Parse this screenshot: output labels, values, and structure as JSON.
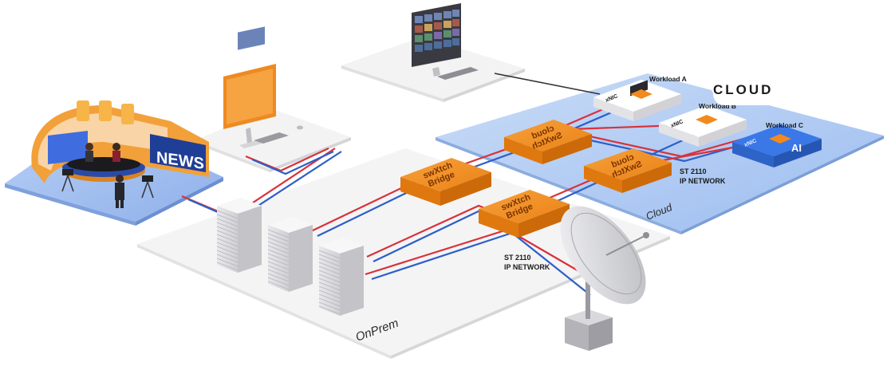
{
  "zones": {
    "onprem": "OnPrem",
    "cloud": "Cloud",
    "cloud_badge": "CLOUD"
  },
  "studio": {
    "sign": "NEWS"
  },
  "networks": {
    "onprem_line1": "ST 2110",
    "onprem_line2": "IP NETWORK",
    "cloud_line1": "ST 2110",
    "cloud_line2": "IP NETWORK"
  },
  "bridges": [
    {
      "line1": "swXtch",
      "line2": "Bridge"
    },
    {
      "line1": "swXtch",
      "line2": "Bridge"
    }
  ],
  "cloud_switches": [
    {
      "line1": "cloud",
      "line2": "SwXtch"
    },
    {
      "line1": "cloud",
      "line2": "SwXtch"
    }
  ],
  "workloads": [
    {
      "title": "Workload A",
      "nic": "xNIC"
    },
    {
      "title": "Workload B",
      "nic": "xNIC"
    },
    {
      "title": "Workload C",
      "nic": "xNIC",
      "tag": "AI"
    }
  ],
  "colors": {
    "orange": "#f28a1e",
    "cloud_blue": "#a9c8f2",
    "red_line": "#d8323a",
    "blue_line": "#2d5fc9"
  }
}
